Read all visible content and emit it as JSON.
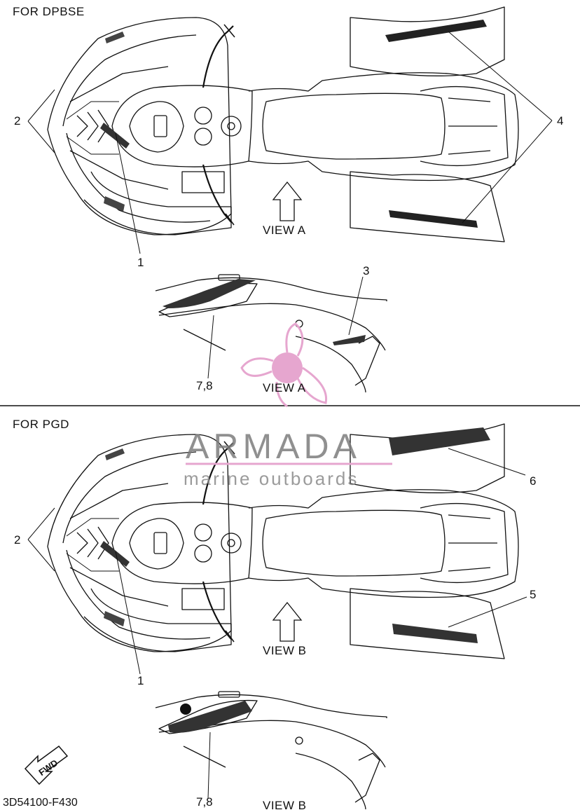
{
  "sections": [
    {
      "title": "FOR DPBSE",
      "callouts": {
        "c2": "2",
        "c4": "4",
        "c1": "1",
        "c3": "3",
        "c78": "7,8"
      },
      "view_top": "VIEW A",
      "view_bottom": "VIEW A"
    },
    {
      "title": "FOR PGD",
      "callouts": {
        "c2": "2",
        "c6": "6",
        "c5": "5",
        "c1": "1",
        "c78": "7,8"
      },
      "view_top": "VIEW B",
      "view_bottom": "VIEW B"
    }
  ],
  "watermark": {
    "brand": "ARMADA",
    "tagline": "marine outboards",
    "color": "#e6a6cf"
  },
  "fwd_label": "FWD",
  "part_code": "3D54100-F430",
  "colors": {
    "line": "#111111",
    "watermark_pink": "#e6a6cf",
    "watermark_gray": "#7d7d7d"
  }
}
